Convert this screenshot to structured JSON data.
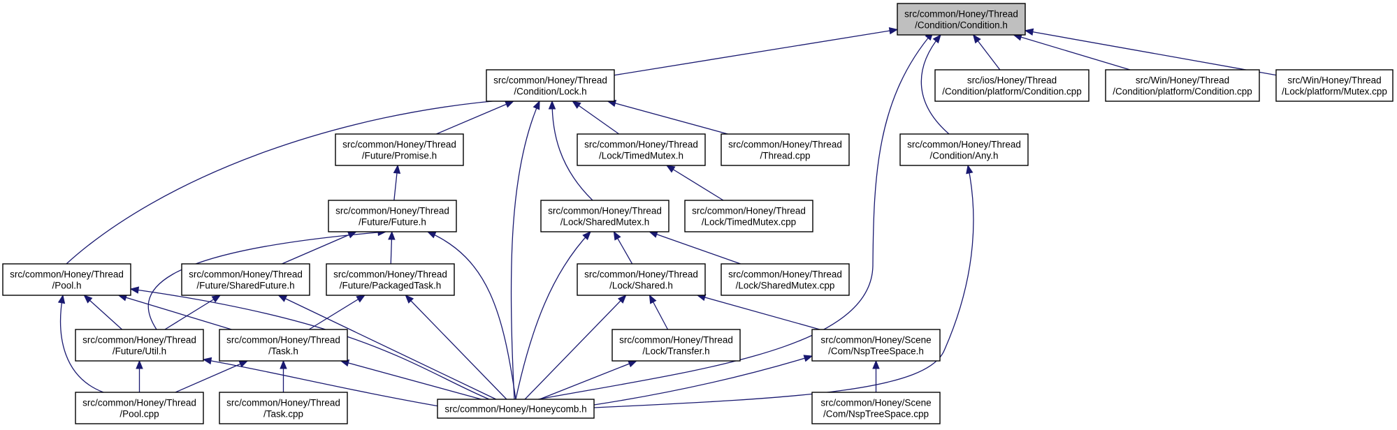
{
  "graph": {
    "nodes": [
      {
        "id": "cond_h",
        "lines": [
          "src/common/Honey/Thread",
          "/Condition/Condition.h"
        ],
        "highlight": true
      },
      {
        "id": "lock_h",
        "lines": [
          "src/common/Honey/Thread",
          "/Condition/Lock.h"
        ]
      },
      {
        "id": "ios_cond",
        "lines": [
          "src/ios/Honey/Thread",
          "/Condition/platform/Condition.cpp"
        ]
      },
      {
        "id": "win_cond",
        "lines": [
          "src/Win/Honey/Thread",
          "/Condition/platform/Condition.cpp"
        ]
      },
      {
        "id": "win_mutex",
        "lines": [
          "src/Win/Honey/Thread",
          "/Lock/platform/Mutex.cpp"
        ]
      },
      {
        "id": "promise",
        "lines": [
          "src/common/Honey/Thread",
          "/Future/Promise.h"
        ]
      },
      {
        "id": "timedmutex_h",
        "lines": [
          "src/common/Honey/Thread",
          "/Lock/TimedMutex.h"
        ]
      },
      {
        "id": "thread_cpp",
        "lines": [
          "src/common/Honey/Thread",
          "/Thread.cpp"
        ]
      },
      {
        "id": "any_h",
        "lines": [
          "src/common/Honey/Thread",
          "/Condition/Any.h"
        ]
      },
      {
        "id": "future_h",
        "lines": [
          "src/common/Honey/Thread",
          "/Future/Future.h"
        ]
      },
      {
        "id": "sharedmutex_h",
        "lines": [
          "src/common/Honey/Thread",
          "/Lock/SharedMutex.h"
        ]
      },
      {
        "id": "timedmutex_cpp",
        "lines": [
          "src/common/Honey/Thread",
          "/Lock/TimedMutex.cpp"
        ]
      },
      {
        "id": "pool_h",
        "lines": [
          "src/common/Honey/Thread",
          "/Pool.h"
        ]
      },
      {
        "id": "sharedfuture",
        "lines": [
          "src/common/Honey/Thread",
          "/Future/SharedFuture.h"
        ]
      },
      {
        "id": "packagedtask",
        "lines": [
          "src/common/Honey/Thread",
          "/Future/PackagedTask.h"
        ]
      },
      {
        "id": "shared_h",
        "lines": [
          "src/common/Honey/Thread",
          "/Lock/Shared.h"
        ]
      },
      {
        "id": "sharedmutex_cpp",
        "lines": [
          "src/common/Honey/Thread",
          "/Lock/SharedMutex.cpp"
        ]
      },
      {
        "id": "util_h",
        "lines": [
          "src/common/Honey/Thread",
          "/Future/Util.h"
        ]
      },
      {
        "id": "task_h",
        "lines": [
          "src/common/Honey/Thread",
          "/Task.h"
        ]
      },
      {
        "id": "transfer_h",
        "lines": [
          "src/common/Honey/Thread",
          "/Lock/Transfer.h"
        ]
      },
      {
        "id": "nsp_h",
        "lines": [
          "src/common/Honey/Scene",
          "/Com/NspTreeSpace.h"
        ]
      },
      {
        "id": "pool_cpp",
        "lines": [
          "src/common/Honey/Thread",
          "/Pool.cpp"
        ]
      },
      {
        "id": "task_cpp",
        "lines": [
          "src/common/Honey/Thread",
          "/Task.cpp"
        ]
      },
      {
        "id": "honeycomb",
        "lines": [
          "src/common/Honey/Honeycomb.h"
        ]
      },
      {
        "id": "nsp_cpp",
        "lines": [
          "src/common/Honey/Scene",
          "/Com/NspTreeSpace.cpp"
        ]
      }
    ],
    "edges": [
      {
        "from": "lock_h",
        "to": "cond_h"
      },
      {
        "from": "honeycomb",
        "to": "cond_h"
      },
      {
        "from": "any_h",
        "to": "cond_h"
      },
      {
        "from": "ios_cond",
        "to": "cond_h"
      },
      {
        "from": "win_cond",
        "to": "cond_h"
      },
      {
        "from": "win_mutex",
        "to": "cond_h"
      },
      {
        "from": "pool_h",
        "to": "lock_h"
      },
      {
        "from": "promise",
        "to": "lock_h"
      },
      {
        "from": "honeycomb",
        "to": "lock_h"
      },
      {
        "from": "sharedmutex_h",
        "to": "lock_h"
      },
      {
        "from": "timedmutex_h",
        "to": "lock_h"
      },
      {
        "from": "thread_cpp",
        "to": "lock_h"
      },
      {
        "from": "future_h",
        "to": "promise"
      },
      {
        "from": "timedmutex_cpp",
        "to": "timedmutex_h"
      },
      {
        "from": "honeycomb",
        "to": "any_h"
      },
      {
        "from": "util_h",
        "to": "future_h"
      },
      {
        "from": "sharedfuture",
        "to": "future_h"
      },
      {
        "from": "packagedtask",
        "to": "future_h"
      },
      {
        "from": "honeycomb",
        "to": "future_h"
      },
      {
        "from": "honeycomb",
        "to": "sharedmutex_h"
      },
      {
        "from": "shared_h",
        "to": "sharedmutex_h"
      },
      {
        "from": "sharedmutex_cpp",
        "to": "sharedmutex_h"
      },
      {
        "from": "pool_cpp",
        "to": "pool_h"
      },
      {
        "from": "util_h",
        "to": "pool_h"
      },
      {
        "from": "task_h",
        "to": "pool_h"
      },
      {
        "from": "honeycomb",
        "to": "pool_h"
      },
      {
        "from": "util_h",
        "to": "sharedfuture"
      },
      {
        "from": "honeycomb",
        "to": "sharedfuture"
      },
      {
        "from": "task_h",
        "to": "packagedtask"
      },
      {
        "from": "honeycomb",
        "to": "packagedtask"
      },
      {
        "from": "honeycomb",
        "to": "shared_h"
      },
      {
        "from": "transfer_h",
        "to": "shared_h"
      },
      {
        "from": "nsp_h",
        "to": "shared_h"
      },
      {
        "from": "pool_cpp",
        "to": "util_h"
      },
      {
        "from": "honeycomb",
        "to": "util_h"
      },
      {
        "from": "pool_cpp",
        "to": "task_h"
      },
      {
        "from": "task_cpp",
        "to": "task_h"
      },
      {
        "from": "honeycomb",
        "to": "task_h"
      },
      {
        "from": "honeycomb",
        "to": "transfer_h"
      },
      {
        "from": "honeycomb",
        "to": "nsp_h"
      },
      {
        "from": "nsp_cpp",
        "to": "nsp_h"
      }
    ]
  }
}
